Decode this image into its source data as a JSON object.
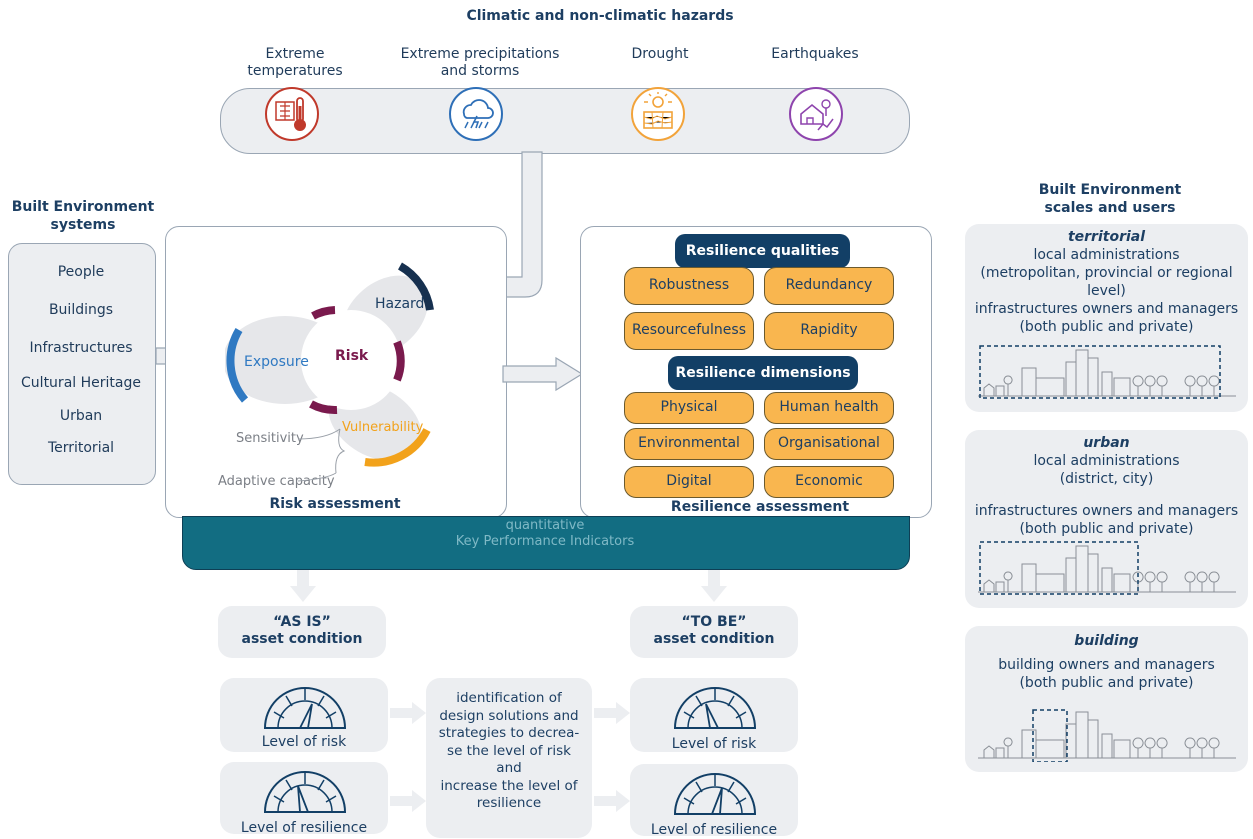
{
  "hazards": {
    "title": "Climatic and non-climatic hazards",
    "items": [
      {
        "label": "Extreme temperatures",
        "icon": "thermometer-icon",
        "color": "#c0392b"
      },
      {
        "label": "Extreme precipitations and storms",
        "icon": "storm-cloud-icon",
        "color": "#2e6fb7"
      },
      {
        "label": "Drought",
        "icon": "drought-sun-icon",
        "color": "#f2a33a"
      },
      {
        "label": "Earthquakes",
        "icon": "earthquake-house-icon",
        "color": "#8e44ad"
      }
    ]
  },
  "systems": {
    "title": "Built Environment systems",
    "items": [
      "People",
      "Buildings",
      "Infrastructures",
      "Cultural Heritage",
      "Urban",
      "Territorial"
    ]
  },
  "risk": {
    "center": "Risk",
    "hazard": "Hazard",
    "exposure": "Exposure",
    "vulnerability": "Vulnerability",
    "sensitivity": "Sensitivity",
    "adaptive": "Adaptive capacity",
    "caption": "Risk assessment"
  },
  "resilience": {
    "qualities_title": "Resilience qualities",
    "qualities": [
      "Robustness",
      "Redundancy",
      "Resourcefulness",
      "Rapidity"
    ],
    "dimensions_title": "Resilience dimensions",
    "dimensions": [
      "Physical",
      "Human health",
      "Environmental",
      "Organisational",
      "Digital",
      "Economic"
    ],
    "caption": "Resilience assessment"
  },
  "kpi": {
    "line1": "quantitative",
    "line2": "Key Performance Indicators"
  },
  "as_is": {
    "line1": "“AS IS”",
    "line2": "asset condition"
  },
  "to_be": {
    "line1": "“TO BE”",
    "line2": "asset condition"
  },
  "levels": {
    "risk": "Level of risk",
    "resilience": "Level of resilience"
  },
  "middle": {
    "lines": [
      "identification of",
      "design solutions and",
      "strategies to decrea-",
      "se the level of risk",
      "and",
      "increase the level of",
      "resilience"
    ]
  },
  "scales": {
    "title_line1": "Built Environment",
    "title_line2": "scales and users",
    "territorial": {
      "name": "territorial",
      "lines": [
        "local administrations",
        "(metropolitan, provincial or regional",
        "level)",
        "infrastructures owners and managers",
        "(both public and private)"
      ]
    },
    "urban": {
      "name": "urban",
      "lines": [
        "local administrations",
        "(district, city)",
        "infrastructures owners and managers",
        "(both public and private)"
      ]
    },
    "building": {
      "name": "building",
      "lines": [
        "building owners and managers",
        "(both public and private)"
      ]
    }
  }
}
